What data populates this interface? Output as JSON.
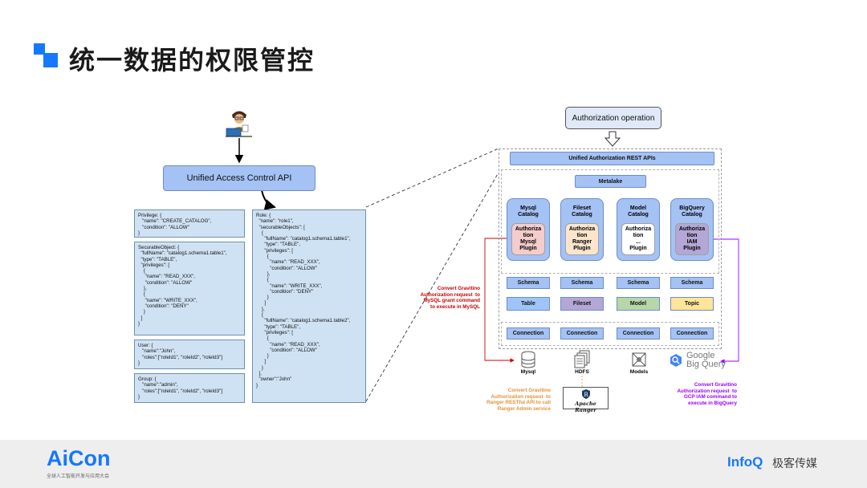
{
  "slide": {
    "title": "统一数据的权限管控",
    "accent_color": "#1677ff"
  },
  "left": {
    "api_label": "Unified Access Control API",
    "user_icon": "developer-with-laptop-icon",
    "privilege_code": "Privilege: {\n   \"name\": \"CREATE_CATALOG\",\n   \"condition\": \"ALLOW\"\n}",
    "securable_code": "SecurableObject: {\n  \"fullName\": \"catalog1.schema1.table1\",\n  \"type\": \"TABLE\",\n  \"privileges\": [\n    {\n     \"name\": \"READ_XXX\",\n     \"condition\": \"ALLOW\"\n    },\n    {\n     \"name\": \"WRITE_XXX\",\n     \"condition\": \"DENY\"\n    }\n  ]\n}",
    "user_code": "User: {\n   \"name\":\"John\",\n   \"roles\":[\"roleId1\", \"roleId2\", \"roleId3\"]\n}",
    "group_code": "Group: {\n   \"name\":\"admin\",\n   \"roles\":[\"roleId1\", \"roleId2\", \"roleId3\"]\n}",
    "role_code": "Role: {\n  \"name\": \"role1\",\n  \"securableObjects\": [\n    {\n      \"fullName\": \"catalog1.schema1.table1\",\n      \"type\": \"TABLE\",\n      \"privileges\": [\n        {\n          \"name\": \"READ_XXX\",\n          \"condition\": \"ALLOW\"\n        },\n        {\n          \"name\": \"WRITE_XXX\",\n          \"condition\": \"DENY\"\n        }\n      ]\n    },\n    {\n      \"fullName\": \"catalog1.schema1.table2\",\n      \"type\": \"TABLE\",\n      \"privileges\": [\n        {\n          \"name\": \"READ_XXX\",\n          \"condition\": \"ALLOW\"\n        }\n      ]\n    }\n  ],\n  \"owner\":\"John\"\n}"
  },
  "right": {
    "auth_operation": "Authorization operation",
    "rest_apis": "Unified Authorization REST APIs",
    "metalake": "Metalake",
    "catalogs": [
      {
        "name": "Mysql\nCatalog",
        "plugin": "Authoriza\ntion\nMysql\nPlugin",
        "plugin_color": "#f4cccc",
        "schema": "Schema",
        "leaf": "Table",
        "leaf_color": "#9fc5f8",
        "connection": "Connection",
        "store": "Mysql",
        "store_icon": "database-cylinder-icon"
      },
      {
        "name": "Fileset\nCatalog",
        "plugin": "Authoriza\ntion\nRanger\nPlugin",
        "plugin_color": "#fce5cd",
        "schema": "Schema",
        "leaf": "Fileset",
        "leaf_color": "#b4a7d6",
        "connection": "Connection",
        "store": "HDFS",
        "store_icon": "file-stack-icon"
      },
      {
        "name": "Model\nCatalog",
        "plugin": "Authoriza\ntion\n...\nPlugin",
        "plugin_color": "#ffffff",
        "schema": "Schema",
        "leaf": "Model",
        "leaf_color": "#b6d7a8",
        "connection": "Connection",
        "store": "Models",
        "store_icon": "model-cube-icon"
      },
      {
        "name": "BigQuery\nCatalog",
        "plugin": "Authoriza\ntion\nIAM\nPlugin",
        "plugin_color": "#b4a7d6",
        "schema": "Schema",
        "leaf": "Topic",
        "leaf_color": "#ffe599",
        "connection": "Connection",
        "store": "Google\nBig Query",
        "store_icon": "bigquery-magnifier-icon"
      }
    ],
    "notes": {
      "mysql": "Convert Gravitino\nAuthorization request  to\nMySQL grant command\n to execute in MySQL",
      "ranger": "Convert Gravitino\nAuthorization request  to\nRanger RESTful API to call\nRanger Admin service",
      "iam": "Convert Gravitino\nAuthorization request  to\nGCP IAM command to\nexecute in BigQuery"
    },
    "note_colors": {
      "mysql": "#cc0000",
      "ranger": "#e69138",
      "iam": "#9900ff"
    },
    "ranger_logo": "Apache Ranger"
  },
  "footer": {
    "aicon_logo": "AiCon",
    "aicon_sub": "全球人工智能开发与应用大会",
    "infoq_logo": "InfoQ",
    "infoq_cn": "极客传媒"
  }
}
